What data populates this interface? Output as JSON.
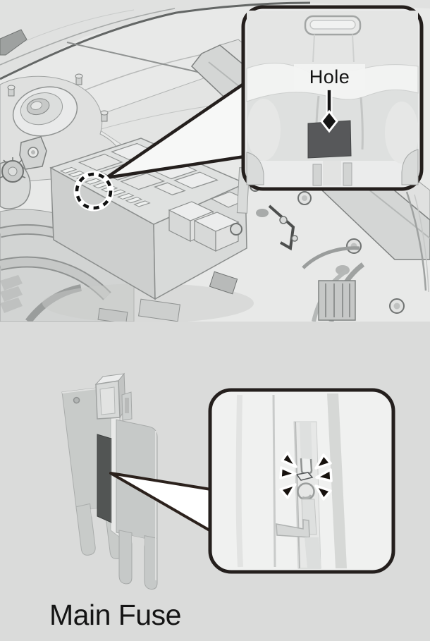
{
  "figure": {
    "top_callout": {
      "label": "Hole"
    },
    "bottom_caption": "Main Fuse"
  },
  "colors": {
    "page_background": "#dadbda",
    "illustration_background": "#e8e9e8",
    "callout_border": "#241f1d",
    "hole_fill": "#57585a",
    "fuse_window_fill": "#525554",
    "arrow_fill": "#17120e",
    "text_color": "#141414"
  },
  "icons": {
    "highlight_circle": "dashed-highlight-circle",
    "label_pointer": "diamond-arrow",
    "detail_pointers": "black-triangle-arrows"
  }
}
